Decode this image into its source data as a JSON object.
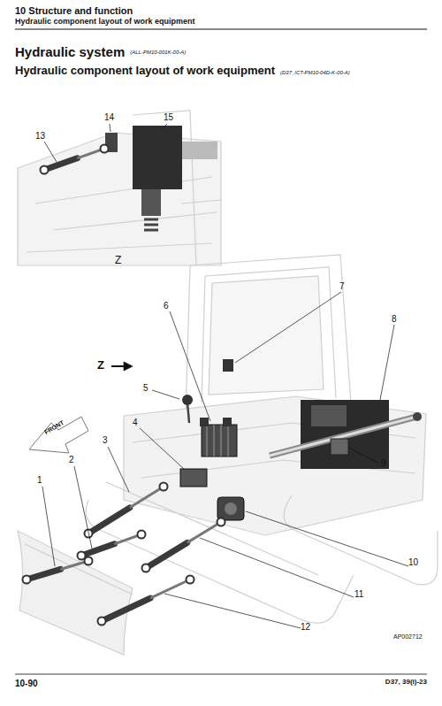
{
  "diagram": {
    "title": "Hydraulic system",
    "labels": [
      "10 Structure and function",
      "Hydraulic component layout of work equipment",
      "(ALL-PM10-001K-00-A)",
      "Hydraulic component layout of work equipment",
      "(D37_ICT-PM10-04D-K-00-A)",
      "13",
      "14",
      "15",
      "Z",
      "7",
      "6",
      "Z",
      "5",
      "8",
      "FRONT",
      "4",
      "3",
      "2",
      "1",
      "9",
      "10",
      "11",
      "12",
      "AP002712",
      "10-90",
      "D37, 39(i)-23"
    ]
  }
}
